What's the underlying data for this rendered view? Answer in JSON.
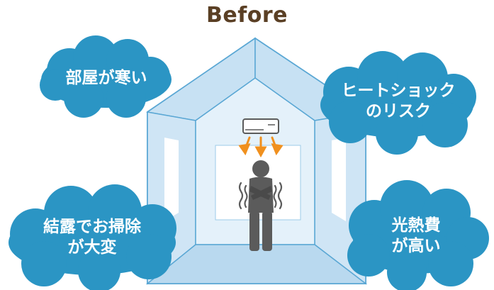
{
  "title": "Before",
  "problems": [
    {
      "id": "cold-room",
      "lines": [
        "部屋が寒い"
      ]
    },
    {
      "id": "heat-shock",
      "lines": [
        "ヒートショック",
        "のリスク"
      ]
    },
    {
      "id": "condensation",
      "lines": [
        "結露でお掃除",
        "が大変"
      ]
    },
    {
      "id": "utility-cost",
      "lines": [
        "光熱費",
        "が高い"
      ]
    }
  ],
  "colors": {
    "title": "#5a3f24",
    "cloud": "#2b95c4",
    "house_fill": "#cfe6f5",
    "house_stroke": "#5aa7d4",
    "person": "#5b5b5b",
    "warm_air_arrows": "#f0901e"
  },
  "icons": [
    "air-conditioner-icon",
    "warm-air-arrows-icon",
    "shivering-person-icon",
    "cold-wave-icon"
  ]
}
